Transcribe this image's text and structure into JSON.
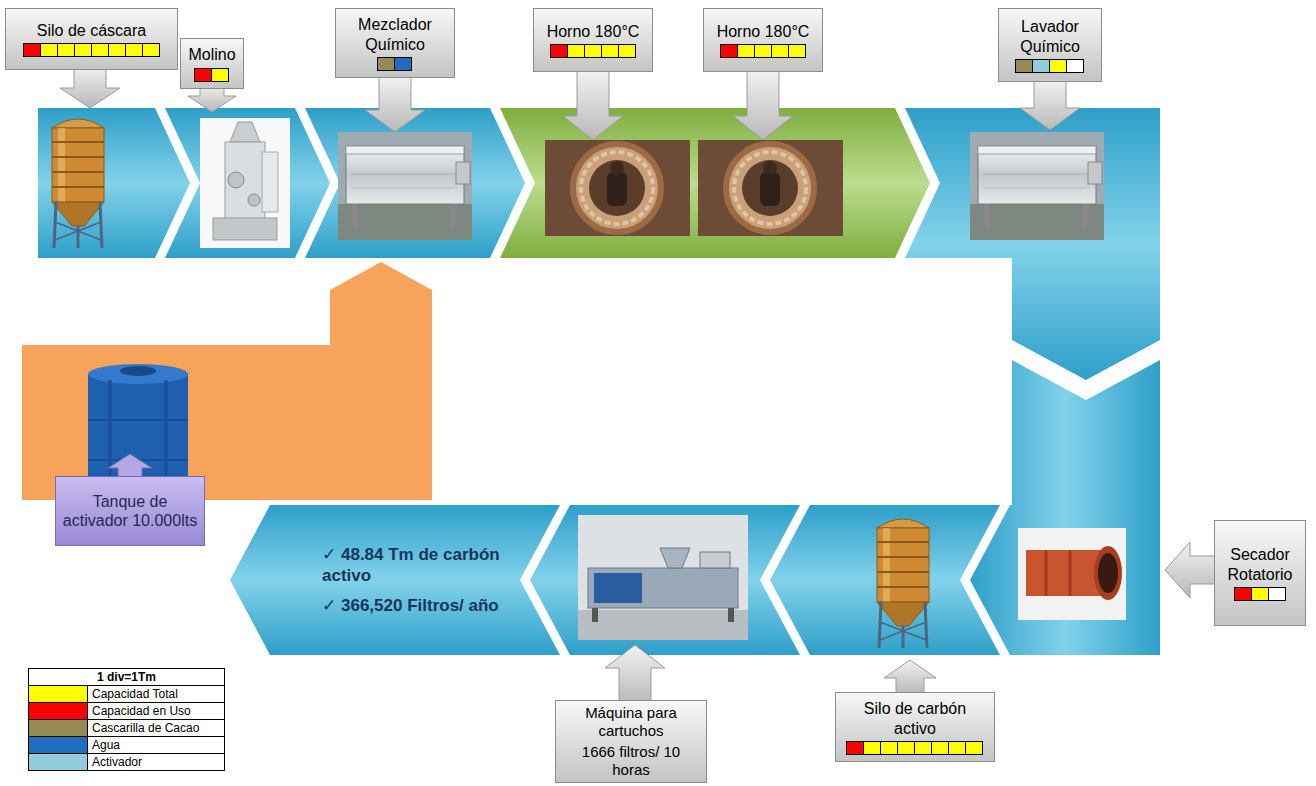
{
  "diagram": {
    "nodes": [
      {
        "text": [
          "Silo de cáscara"
        ]
      },
      {
        "text": [
          "Molino"
        ]
      },
      {
        "text": [
          "Mezclador Químico"
        ]
      },
      {
        "text": [
          "Horno 180°C"
        ]
      },
      {
        "text": [
          "Horno 180°C"
        ]
      },
      {
        "text": [
          "Lavador Químico"
        ]
      },
      {
        "text": [
          "Tanque de activador 10.000lts"
        ]
      },
      {
        "text": [
          "Secador Rotatorio"
        ]
      },
      {
        "text": [
          "Silo de carbón activo"
        ]
      },
      {
        "text": [
          "Máquina para cartuchos",
          "1666 filtros/ 10 horas"
        ]
      },
      {
        "text": [
          "✓ 48.84 Tm de carbón activo",
          "✓ 366,520 Filtros/ año"
        ]
      }
    ],
    "labels": [
      "1 div=1Tm"
    ],
    "legend": [
      {
        "text": "Capacidad Total",
        "color": "#ffff00"
      },
      {
        "text": "Capacidad en Uso",
        "color": "#ff0000"
      },
      {
        "text": "Cascarilla de Cacao",
        "color": "#948a54"
      },
      {
        "text": "Agua",
        "color": "#1f6fbf"
      },
      {
        "text": "Activador",
        "color": "#93cddd"
      }
    ]
  }
}
